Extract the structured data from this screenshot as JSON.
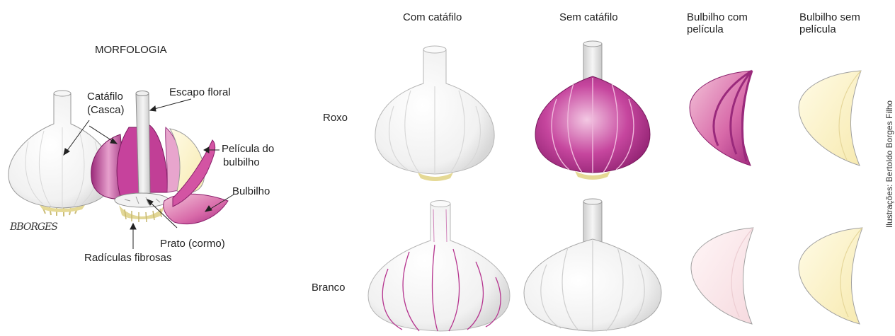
{
  "morphology": {
    "title": "MORFOLOGIA",
    "signature": "BBORGES",
    "labels": {
      "catafilo_line1": "Catáfilo",
      "catafilo_line2": "(Casca)",
      "escapo": "Escapo floral",
      "pelicula_line1": "Película do",
      "pelicula_line2": "bulbilho",
      "bulbilho": "Bulbilho",
      "prato": "Prato (cormo)",
      "radiculas": "Radículas fibrosas"
    }
  },
  "comparison": {
    "columns": [
      {
        "label": "Com catáfilo"
      },
      {
        "label": "Sem catáfilo"
      },
      {
        "label_line1": "Bulbilho com",
        "label_line2": "película"
      },
      {
        "label_line1": "Bulbilho sem",
        "label_line2": "película"
      }
    ],
    "rows": [
      {
        "label": "Roxo"
      },
      {
        "label": "Branco"
      }
    ]
  },
  "credit": "Ilustrações: Bertoldo Borges Filho",
  "colors": {
    "purple": "#b5338e",
    "purple_light": "#e9a9cf",
    "cream": "#fbf3cf",
    "white_bulb": "#f4f4f4",
    "pink_pale": "#fbe9ec",
    "roots": "#d9cc8a",
    "outline": "#8a8a8a"
  }
}
